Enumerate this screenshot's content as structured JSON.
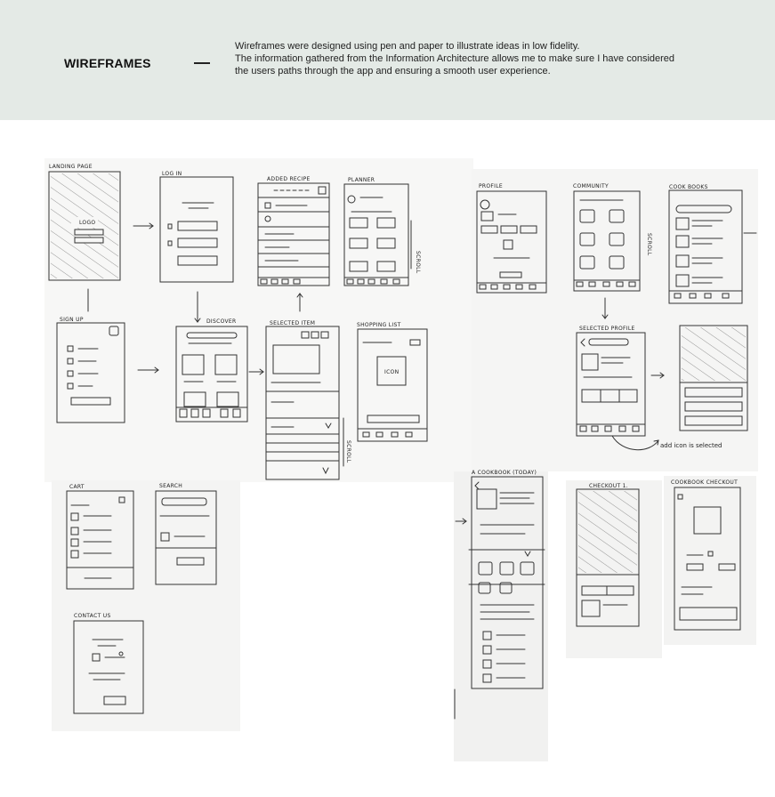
{
  "header": {
    "title": "WIREFRAMES",
    "description": [
      "Wireframes were designed using pen and paper to illustrate ideas in low fidelity.",
      "The information gathered from the Information Architecture allows me to make sure I have considered",
      "the users paths through the app and ensuring a smooth user experience."
    ]
  },
  "sketches": {
    "landing_page": "LANDING PAGE",
    "logo": "LOGO",
    "log_in": "LOG IN",
    "added_recipe": "ADDED RECIPE",
    "planner": "PLANNER",
    "profile": "PROFILE",
    "community": "COMMUNITY",
    "cook_books": "COOK BOOKS",
    "sign_up": "SIGN UP",
    "discover": "DISCOVER",
    "selected_item": "SELECTED ITEM",
    "shopping_list": "SHOPPING LIST",
    "icon": "ICON",
    "selected_profile": "SELECTED PROFILE",
    "add_icon_note": "add icon is selected",
    "cart": "CART",
    "search": "SEARCH",
    "cookbook_today": "A COOKBOOK (TODAY)",
    "checkout": "CHECKOUT 1.",
    "cookbook_checkout": "COOKBOOK CHECKOUT",
    "contact_us": "CONTACT US",
    "scroll": "SCROLL"
  }
}
